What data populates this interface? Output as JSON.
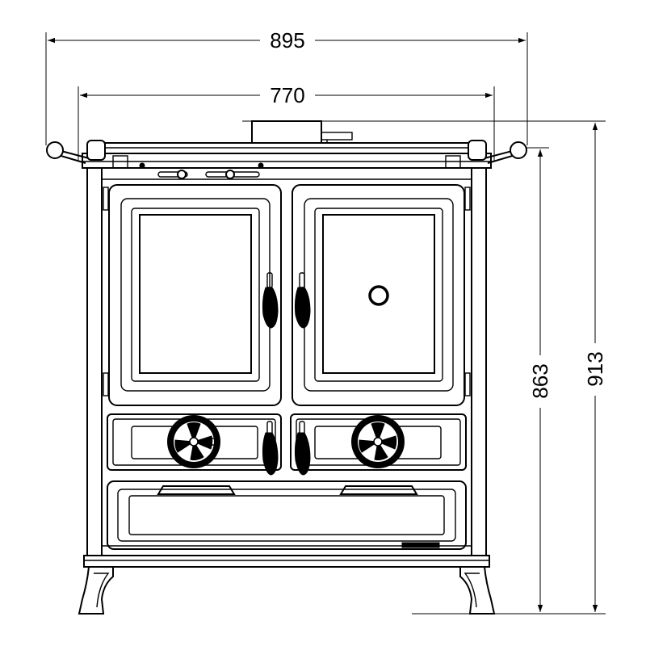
{
  "dimensions": {
    "overall_width": "895",
    "body_width": "770",
    "body_height": "863",
    "overall_height": "913"
  }
}
